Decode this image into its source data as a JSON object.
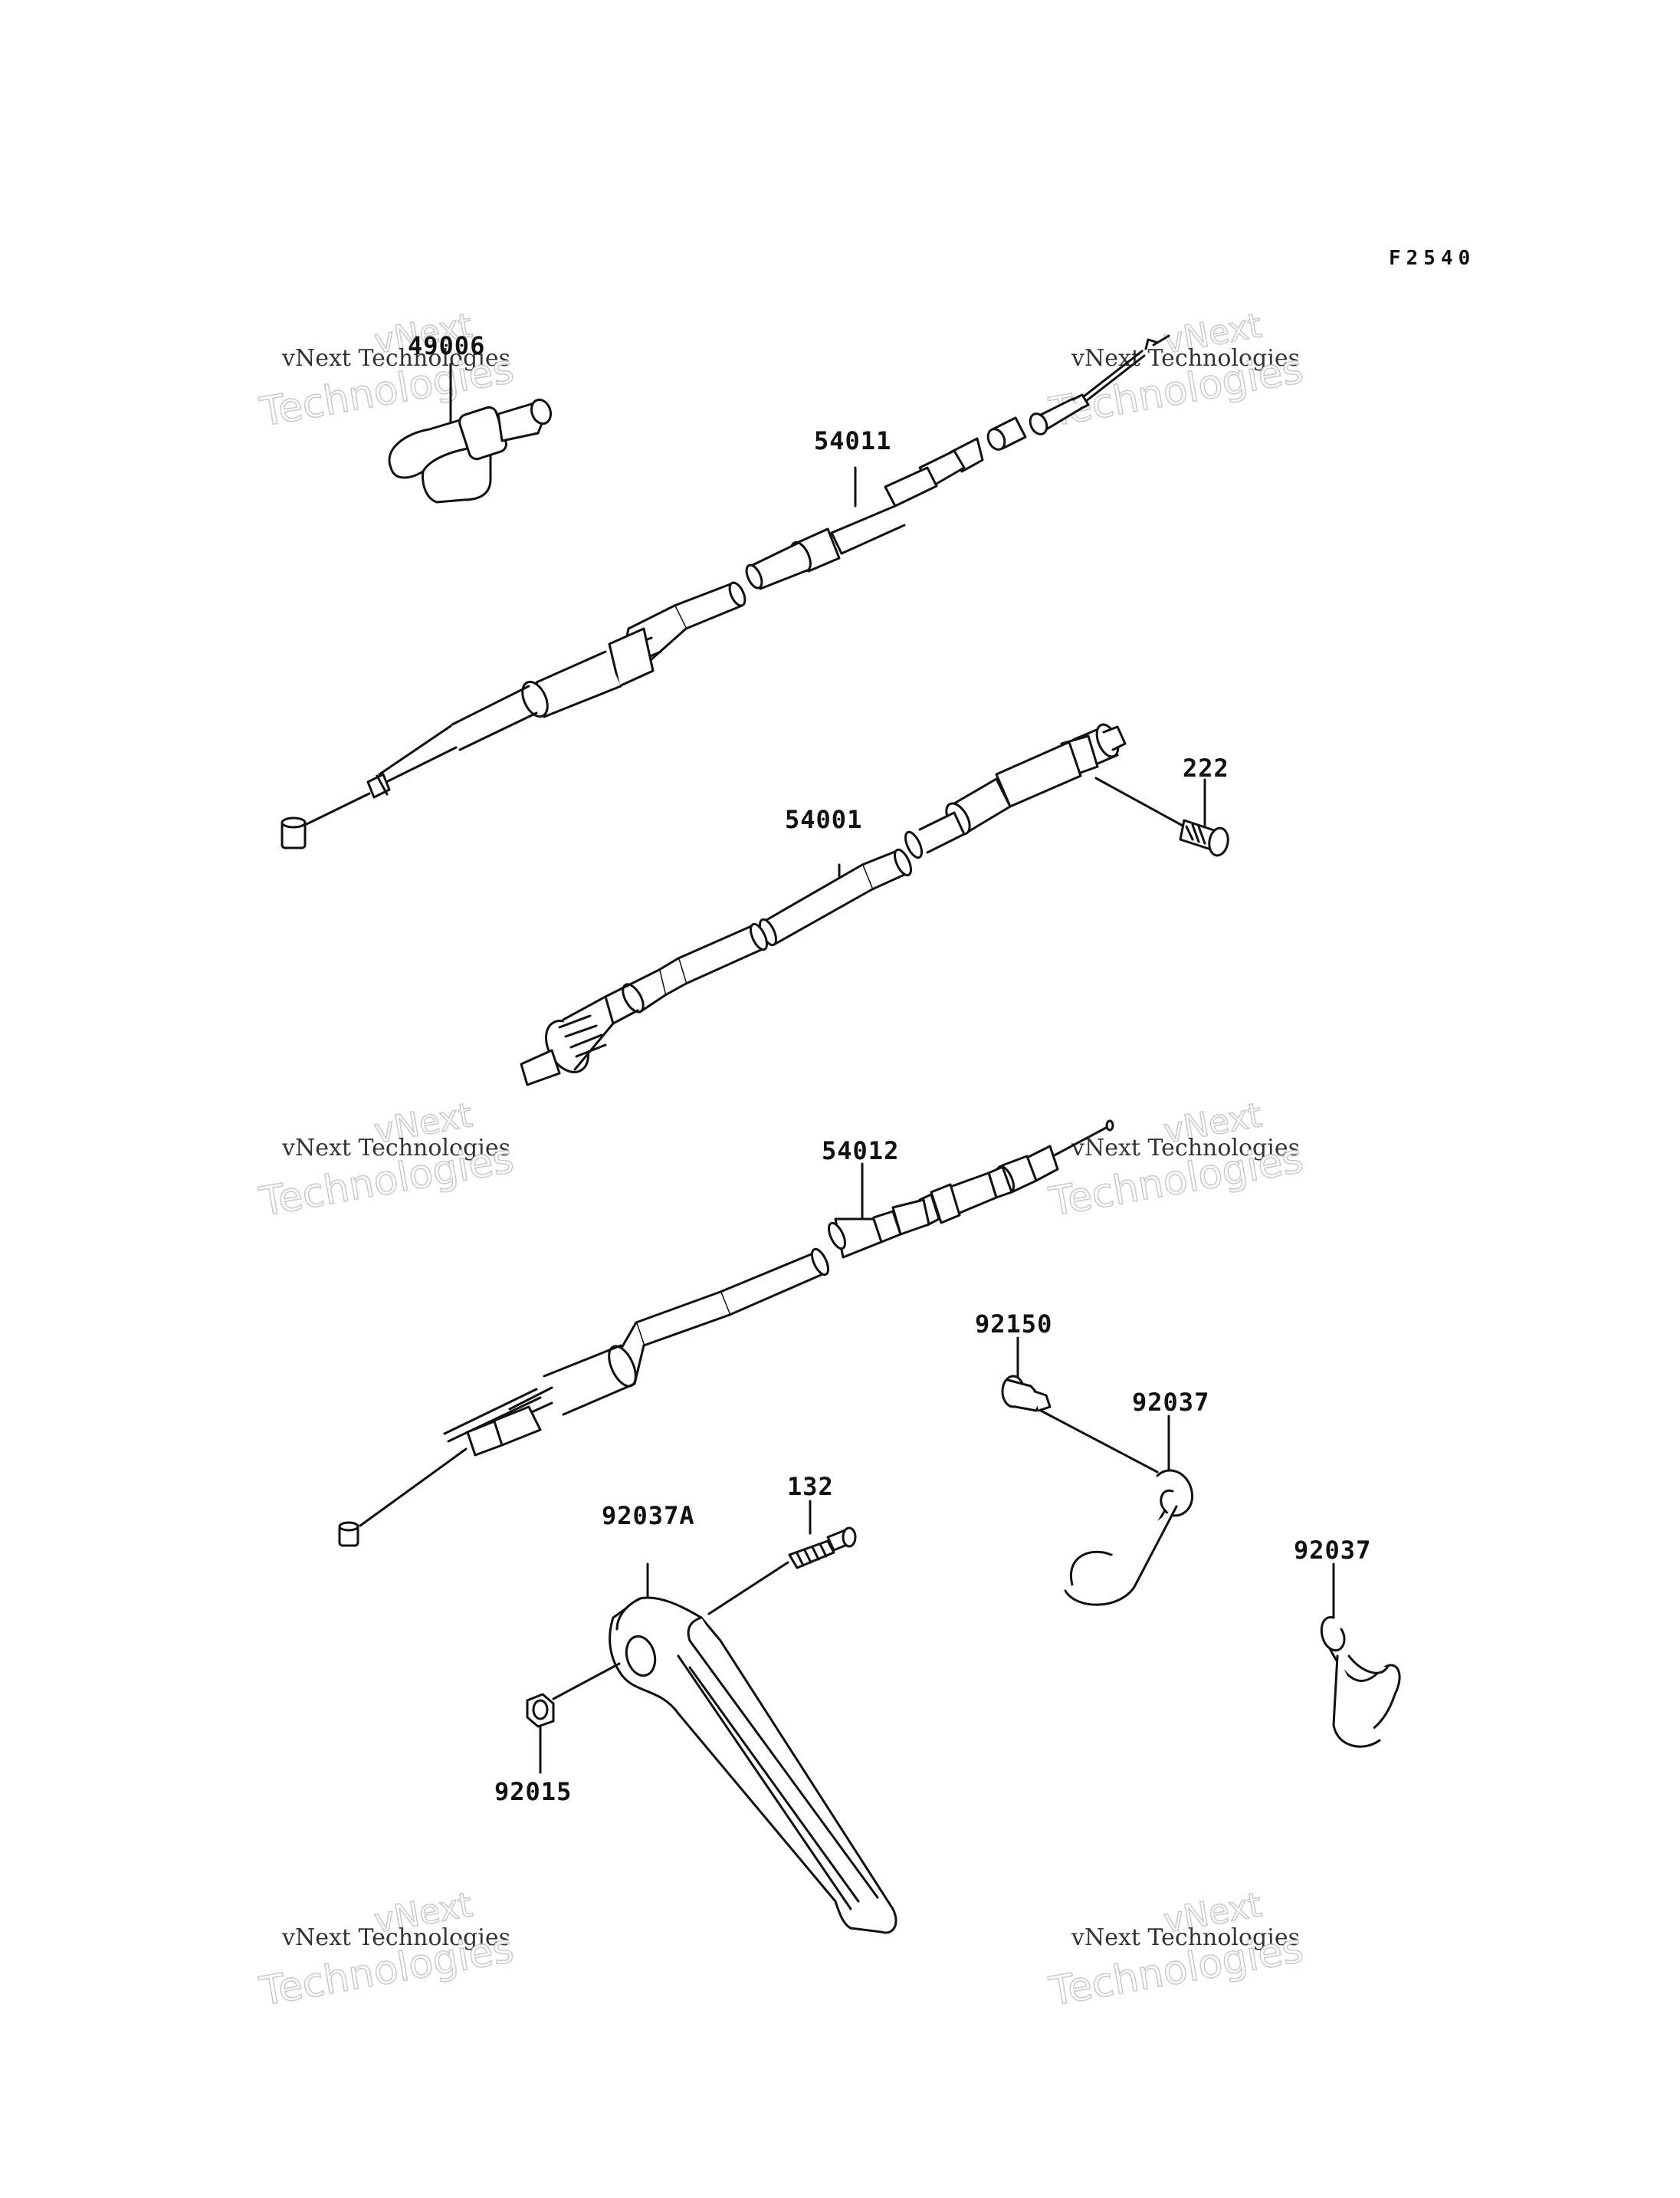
{
  "figure_code": "F2540",
  "parts": [
    {
      "id": "p49006",
      "number": "49006"
    },
    {
      "id": "p54011",
      "number": "54011"
    },
    {
      "id": "p222",
      "number": "222"
    },
    {
      "id": "p54001",
      "number": "54001"
    },
    {
      "id": "p54012",
      "number": "54012"
    },
    {
      "id": "p92150",
      "number": "92150"
    },
    {
      "id": "p92037a",
      "number": "92037"
    },
    {
      "id": "p132",
      "number": "132"
    },
    {
      "id": "p92037A",
      "number": "92037A"
    },
    {
      "id": "p92037b",
      "number": "92037"
    },
    {
      "id": "p92015",
      "number": "92015"
    }
  ],
  "watermark": {
    "line1": "vNext",
    "line2": "vNext Technologies",
    "line3": "Technologies"
  }
}
